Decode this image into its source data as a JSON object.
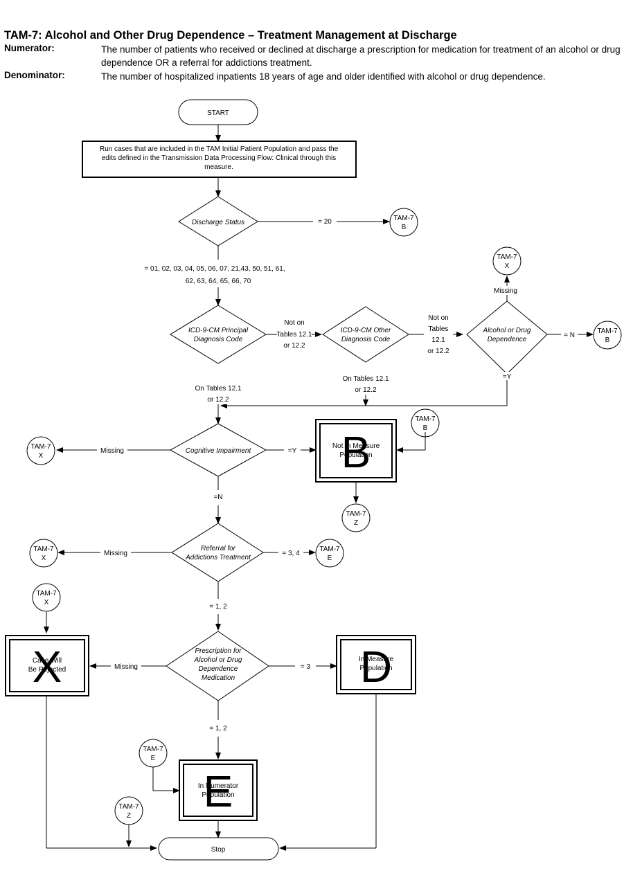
{
  "header": {
    "title": "TAM-7: Alcohol and Other Drug Dependence – Treatment Management at Discharge",
    "numerator_label": "Numerator:",
    "numerator_text": "The number of patients who received or declined at discharge a prescription for medication for treatment of an alcohol or drug dependence OR a referral for addictions treatment.",
    "denominator_label": "Denominator:",
    "denominator_text": "The number of hospitalized inpatients 18 years of age and older identified with alcohol or drug dependence."
  },
  "nodes": {
    "start": "START",
    "run_cases": [
      "Run cases that are included in the TAM Initial Patient  Population and pass the",
      "edits defined in the Transmission Data Processing Flow: Clinical through this",
      "measure."
    ],
    "discharge_status": "Discharge Status",
    "principal_dx": [
      "ICD-9-CM Principal",
      "Diagnosis Code"
    ],
    "other_dx": [
      "ICD-9-CM Other",
      "Diagnosis Code"
    ],
    "alcohol_dep": [
      "Alcohol or Drug",
      "Dependence"
    ],
    "cognitive": "Cognitive Impairment",
    "referral": [
      "Referral for",
      "Addictions Treatment"
    ],
    "prescription": [
      "Prescription for",
      "Alcohol or Drug",
      "Dependence",
      "Medication"
    ],
    "not_in_measure": [
      "Not In Measure",
      "Population"
    ],
    "in_measure": [
      "In Measure",
      "Population"
    ],
    "rejected": [
      "Case Will",
      "Be Rejected"
    ],
    "numerator": [
      "In Numerator",
      "Population"
    ],
    "stop": "Stop"
  },
  "letters": {
    "b": "B",
    "d": "D",
    "x": "X",
    "e": "E"
  },
  "edges": {
    "eq20": "=  20",
    "discharge_codes": [
      "= 01, 02, 03, 04, 05, 06, 07, 21,43, 50, 51, 61,",
      "62,  63, 64, 65, 66, 70"
    ],
    "not_on_1": [
      "Not on",
      "Tables 12.1",
      "or 12.2"
    ],
    "not_on_2": [
      "Not on",
      "Tables",
      "12.1",
      "or 12.2"
    ],
    "on_tables_1": [
      "On  Tables 12.1",
      "or 12.2"
    ],
    "on_tables_2": [
      "On  Tables 12.1",
      "or 12.2"
    ],
    "missing": "Missing",
    "eq_n": "= N",
    "eq_y": "=Y",
    "eq_n2": "=N",
    "eq_34": "= 3, 4",
    "eq_12": "= 1, 2",
    "eq_3": "=  3"
  },
  "connectors": {
    "tam7": "TAM-7",
    "b": "B",
    "x": "X",
    "z": "Z",
    "e": "E"
  }
}
